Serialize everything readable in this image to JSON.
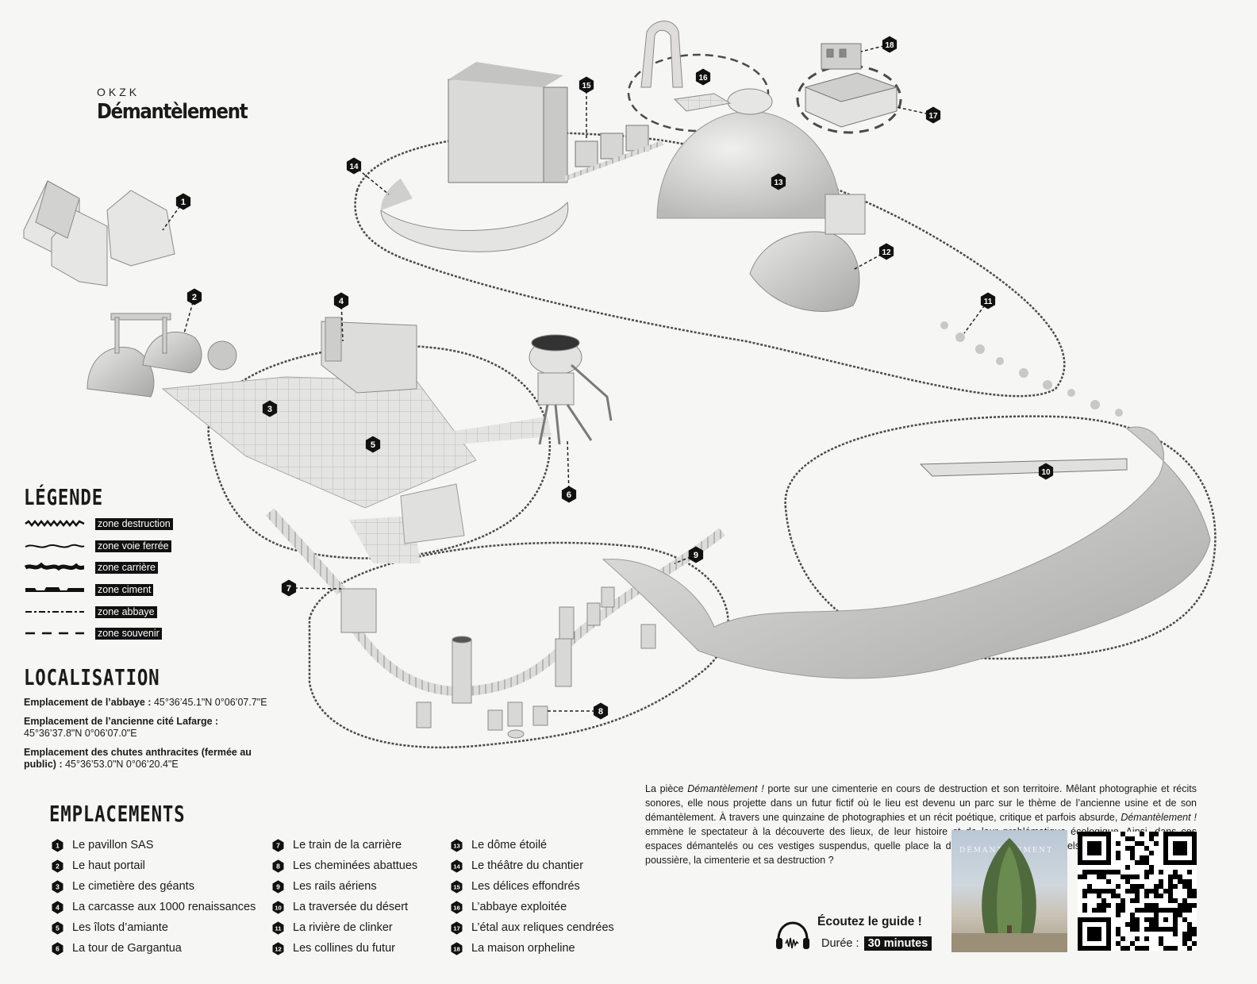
{
  "brand": {
    "label": "OKZK",
    "title": "Démantèlement"
  },
  "legend": {
    "title": "LÉGENDE",
    "items": [
      {
        "label": "zone destruction",
        "style": "destruction"
      },
      {
        "label": "zone voie ferrée",
        "style": "railway"
      },
      {
        "label": "zone  carrière",
        "style": "quarry"
      },
      {
        "label": "zone  ciment",
        "style": "cement"
      },
      {
        "label": "zone  abbaye",
        "style": "abbey"
      },
      {
        "label": "zone  souvenir",
        "style": "souvenir"
      }
    ]
  },
  "localisation": {
    "title": "LOCALISATION",
    "items": [
      {
        "label": "Emplacement de l’abbaye :",
        "value": " 45°36’45.1\"N 0°06’07.7\"E"
      },
      {
        "label": "Emplacement de l’ancienne cité Lafarge :",
        "value": "45°36’37.8\"N 0°06’07.0\"E"
      },
      {
        "label": "Emplacement des chutes anthracites (fermée au public) :",
        "value": " 45°36’53.0\"N 0°06’20.4\"E"
      }
    ]
  },
  "emplacements": {
    "title": "EMPLACEMENTS",
    "items": [
      {
        "n": "1",
        "label": "Le pavillon SAS"
      },
      {
        "n": "2",
        "label": "Le haut portail"
      },
      {
        "n": "3",
        "label": "Le cimetière des géants"
      },
      {
        "n": "4",
        "label": "La carcasse aux 1000 renaissances"
      },
      {
        "n": "5",
        "label": "Les îlots d’amiante"
      },
      {
        "n": "6",
        "label": "La tour de Gargantua"
      },
      {
        "n": "7",
        "label": "Le train de la carrière"
      },
      {
        "n": "8",
        "label": "Les cheminées abattues"
      },
      {
        "n": "9",
        "label": "Les rails aériens"
      },
      {
        "n": "10",
        "label": "La traversée du désert"
      },
      {
        "n": "11",
        "label": "La rivière de clinker"
      },
      {
        "n": "12",
        "label": "Les collines du futur"
      },
      {
        "n": "13",
        "label": "Le dôme étoilé"
      },
      {
        "n": "14",
        "label": "Le théâtre du chantier"
      },
      {
        "n": "15",
        "label": "Les délices effondrés"
      },
      {
        "n": "16",
        "label": "L’abbaye exploitée"
      },
      {
        "n": "17",
        "label": "L’étal aux reliques cendrées"
      },
      {
        "n": "18",
        "label": "La maison orpheline"
      }
    ]
  },
  "description": {
    "p1": "La pièce ",
    "p1_em": "Démantèlement !",
    "p2": " porte sur une cimenterie en cours de destruction et son territoire. Mêlant photographie et récits sonores, elle nous projette dans un futur fictif où le lieu est devenu un parc sur le thème de l’ancienne usine et de son démantèlement. À travers une quinzaine de photographies et un récit poétique, critique et parfois absurde, ",
    "p2_em": "Démantèlement !",
    "p3": " emmène le spectateur à la découverte des lieux, de leur histoire et de leur problématique écologique. Ainsi, dans ces espaces démantelés ou ces vestiges suspendus, quelle place la disparition prend-elle ? Quels imaginaires véhiculent la poussière, la cimenterie et sa destruction ?"
  },
  "audio": {
    "listen": "Écoutez le guide !",
    "duration_label": "Durée :",
    "duration_value": "30 minutes",
    "icon": "headphones-icon"
  },
  "photo": {
    "text": "DÉMANTÈLEMENT"
  },
  "map_markers": [
    "1",
    "2",
    "3",
    "4",
    "5",
    "6",
    "7",
    "8",
    "9",
    "10",
    "11",
    "12",
    "13",
    "14",
    "15",
    "16",
    "17",
    "18"
  ],
  "colors": {
    "background": "#f6f6f5",
    "ink": "#111111",
    "zone_line": "#3a3a3a",
    "model_grey": "#d9d9d7"
  }
}
